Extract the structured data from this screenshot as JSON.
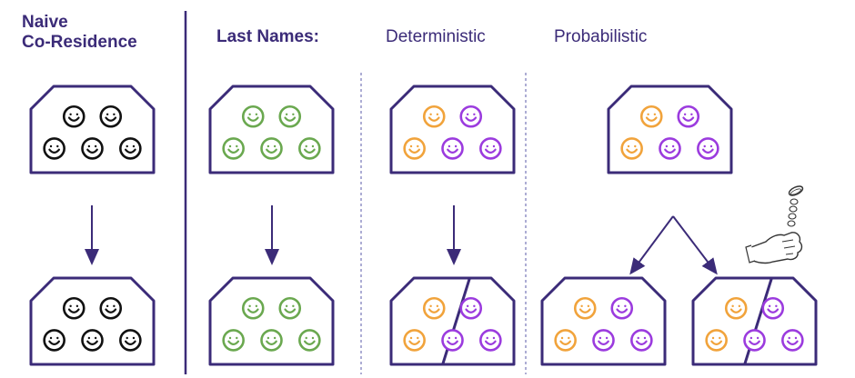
{
  "headers": {
    "naive_line1": "Naive",
    "naive_line2": "Co-Residence",
    "last_names": "Last Names:",
    "deterministic": "Deterministic",
    "probabilistic": "Probabilistic"
  },
  "colors": {
    "accent": "#3b2b78",
    "black_face": "#111111",
    "green_face": "#6aa84f",
    "orange_face": "#f1a33b",
    "purple_face": "#9b3bde"
  },
  "icons": {
    "house": "house-icon",
    "face": "smiley-face-icon",
    "coin_hand": "coin-flip-hand-icon"
  }
}
